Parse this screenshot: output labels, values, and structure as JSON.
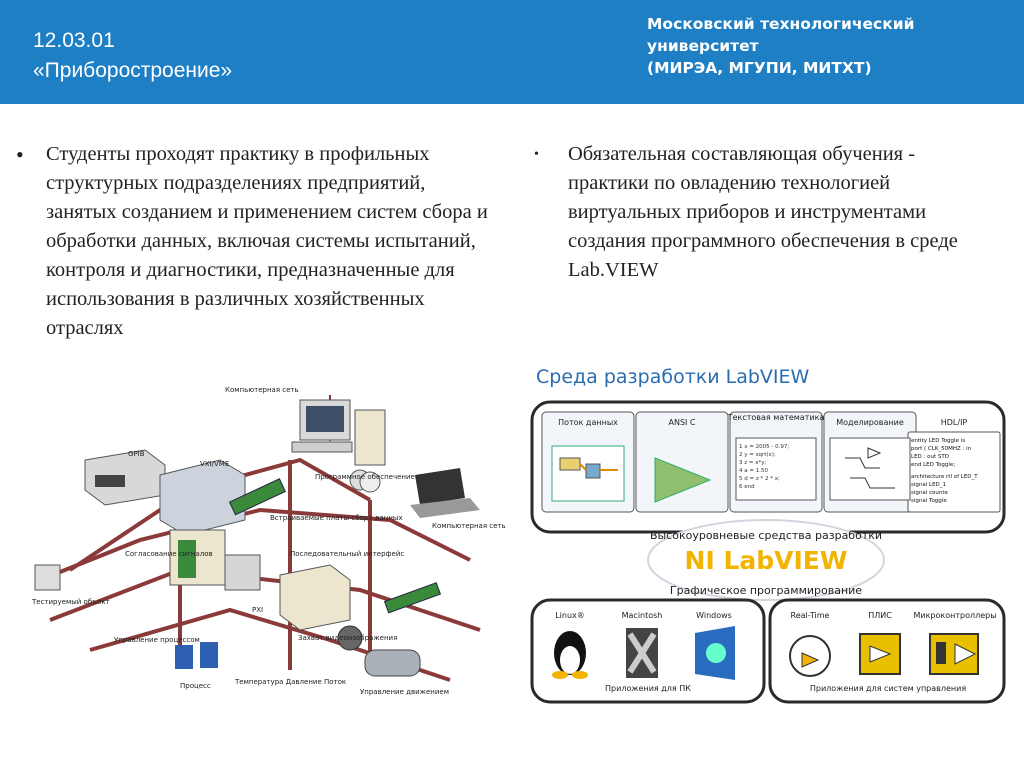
{
  "header": {
    "program_code": "12.03.01",
    "program_name": "«Приборостроение»",
    "university_line1": "Московский технологический университет",
    "university_line2": "(МИРЭА, МГУПИ, МИТХТ)",
    "accent_color": "#1f7fc4"
  },
  "bullets": {
    "left": "Студенты проходят практику в профильных структурных подразделениях предприятий, занятых созданием и применением систем сбора и обработки данных, включая системы испытаний, контроля и диагностики, предназначенные для использования в различных хозяйственных отраслях",
    "right": "Обязательная составляющая обучения - практики по овладению технологией виртуальных приборов и инструментами создания программного обеспечения в среде Lab.VIEW"
  },
  "diagram_left": {
    "labels": {
      "network_top": "Компьютерная сеть",
      "gpib": "GPIB",
      "vxi": "VXI/VME",
      "software": "Программное обеспечение",
      "daq_boards": "Встраиваемые платы сбора данных",
      "network_right": "Компьютерная сеть",
      "signal_cond": "Согласование сигналов",
      "serial": "Последовательный интерфейс",
      "test_object": "Тестируемый объект",
      "pxi": "PXI",
      "process_control": "Управление процессом",
      "video": "Захват видеоизображения",
      "process": "Процесс",
      "temp": "Температура Давление Поток",
      "motion": "Управление движением"
    }
  },
  "diagram_right": {
    "title": "Среда разработки LabVIEW",
    "top_panels": [
      "Поток данных",
      "ANSI C",
      "Текстовая математика",
      "Моделирование",
      "HDL/IP"
    ],
    "top_caption": "Высокоуровневые средства разработки",
    "center_name": "NI LabVIEW",
    "bottom_caption": "Графическое программирование",
    "pc_platforms": [
      "Linux®",
      "Macintosh",
      "Windows"
    ],
    "pc_caption": "Приложения для ПК",
    "ctrl_platforms": [
      "Real-Time",
      "ПЛИС",
      "Микроконтроллеры"
    ],
    "ctrl_caption": "Приложения для систем управления",
    "code_snippet": [
      "entity LED Toggle is",
      "port ( CLK_50MHZ : in",
      "LED : out STD",
      "end LED Toggle;",
      "architecture rtl of LED_T",
      "signal LED_1",
      "signal counte",
      "signal Toggle"
    ],
    "math_snippet": [
      "1 x = 2005 - 0.97;",
      "2 y = sqrt(x);",
      "3 z = x*y;",
      "4 a = 1.50",
      "5 d = z * 2 * x;",
      "6 end"
    ]
  }
}
